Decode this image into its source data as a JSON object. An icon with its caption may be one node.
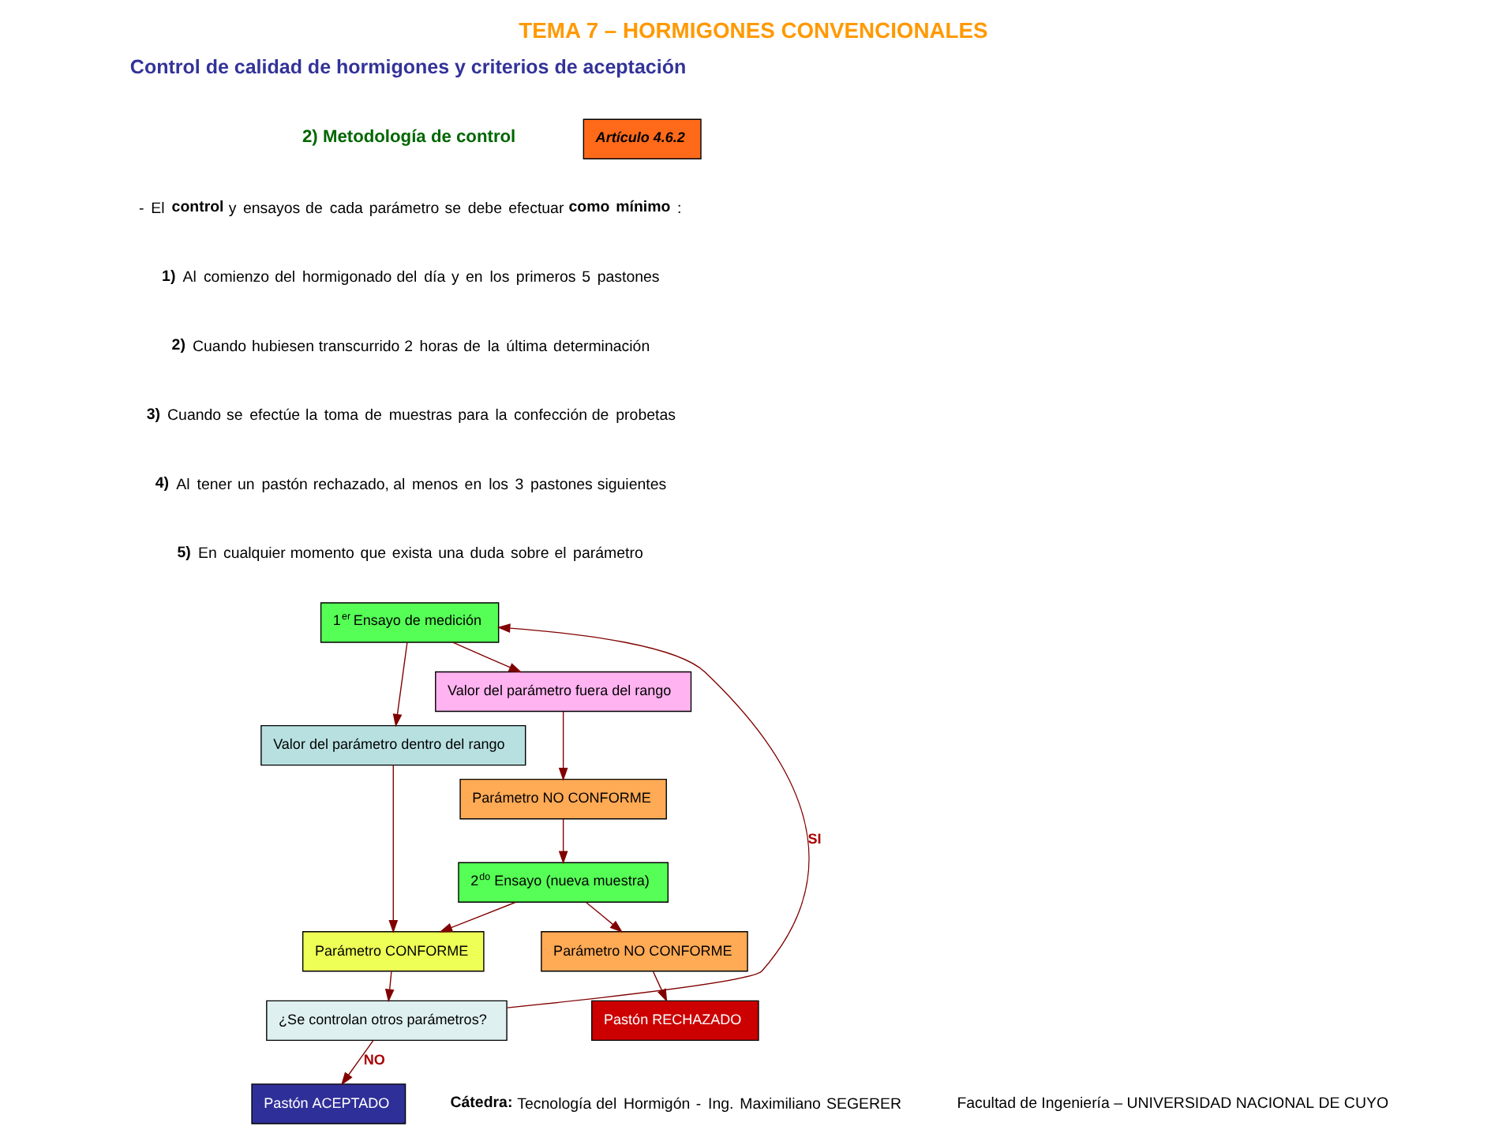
{
  "diagram": {
    "title": "TEMA 7 – HORMIGONES CONVENCIONALES",
    "nodes": [
      {
        "text": [
          "Artículo 4.6.2"
        ]
      },
      {
        "text": [
          "1$^{er}$ Ensayo de medición"
        ]
      },
      {
        "text": [
          "Valor del parámetro dentro del rango"
        ]
      },
      {
        "text": [
          "Valor del parámetro fuera del rango"
        ]
      },
      {
        "text": [
          "Parámetro NO CONFORME"
        ]
      },
      {
        "text": [
          "¿Se controlan otros parámetros?"
        ]
      },
      {
        "text": [
          "Parámetro CONFORME"
        ]
      },
      {
        "text": [
          "2$^{do}$ Ensayo (nueva muestra)"
        ]
      },
      {
        "text": [
          "Pastón ACEPTADO"
        ]
      },
      {
        "text": [
          "Parámetro NO CONFORME"
        ]
      },
      {
        "text": [
          "Pastón RECHAZADO"
        ]
      }
    ],
    "edges": [
      {
        "from": 1,
        "to": 2,
        "arrow": "to"
      },
      {
        "from": 1,
        "to": 3,
        "arrow": "to"
      },
      {
        "from": 2,
        "to": 6,
        "arrow": "to"
      },
      {
        "from": 3,
        "to": 4,
        "arrow": "to"
      },
      {
        "from": 4,
        "to": 7,
        "arrow": "to"
      },
      {
        "from": 7,
        "to": 6,
        "arrow": "to"
      },
      {
        "from": 6,
        "to": 5,
        "arrow": "to"
      },
      {
        "from": 5,
        "to": 8,
        "label": "NO",
        "arrow": "to"
      },
      {
        "from": 5,
        "to": 1,
        "label": "SI",
        "arrow": "to"
      },
      {
        "from": 7,
        "to": 9,
        "arrow": "to"
      },
      {
        "from": 9,
        "to": 10,
        "arrow": "to"
      }
    ],
    "labels": [
      "Control de calidad de hormigones y criterios de aceptación",
      "2) Metodología de control",
      "- El **control** y ensayos de cada parámetro se debe efectuar **como mínimo**:",
      "**1)** Al comienzo del hormigonado del día y en los primeros 5 pastones",
      "**2)** Cuando hubiesen transcurrido 2 horas de la última determinación",
      "**3)** Cuando se efectúe la toma de muestras para la confección de probetas",
      "**4)** Al tener un pastón rechazado, al menos en los 3 pastones siguientes",
      "**5)** En cualquier momento que exista una duda sobre el parámetro",
      "**Cátedra:** Tecnología del Hormigón - Ing. Maximiliano SEGERER",
      "Facultad de Ingeniería – UNIVERSIDAD NACIONAL DE CUYO"
    ]
  }
}
